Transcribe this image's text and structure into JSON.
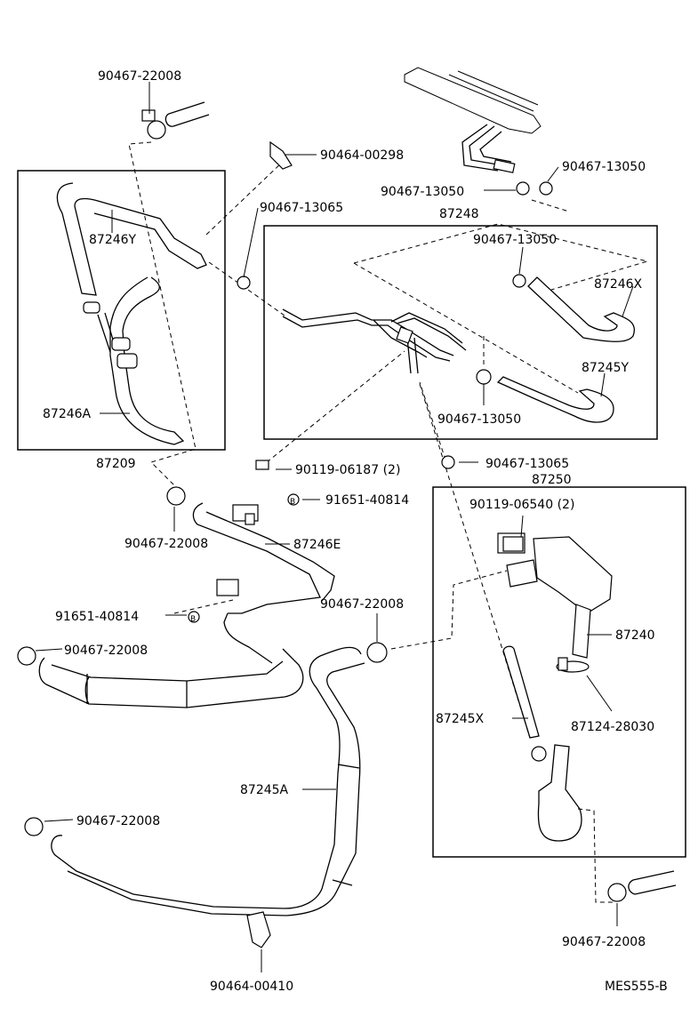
{
  "diagram_code": "MES555-B",
  "groups": {
    "group_87209": "87209",
    "group_87248": "87248",
    "group_87250": "87250"
  },
  "labels": {
    "clamp_top_left": "90467-22008",
    "clip_top": "90464-00298",
    "clamp_upper_right": "90467-13050",
    "clamp_upper_mid": "90467-13050",
    "clamp_left_mid": "90467-13065",
    "clamp_box_upper": "90467-13050",
    "hose_87246y": "87246Y",
    "hose_87246x": "87246X",
    "hose_87245y": "87245Y",
    "hose_87246a": "87246A",
    "clamp_box_lower": "90467-13050",
    "bolt_90119_06187": "90119-06187 (2)",
    "clamp_lower_mid": "90467-13065",
    "grommet_upper": "91651-40814",
    "bolt_90119_06540": "90119-06540 (2)",
    "clamp_left_87209": "90467-22008",
    "hose_87246e": "87246E",
    "grommet_lower": "91651-40814",
    "clamp_center": "90467-22008",
    "valve_87240": "87240",
    "clamp_hose_left": "90467-22008",
    "hose_87245x": "87245X",
    "clamp_87124": "87124-28030",
    "hose_87245a": "87245A",
    "clamp_bottom_left": "90467-22008",
    "clamp_bottom_right": "90467-22008",
    "clip_bottom": "90464-00410"
  }
}
